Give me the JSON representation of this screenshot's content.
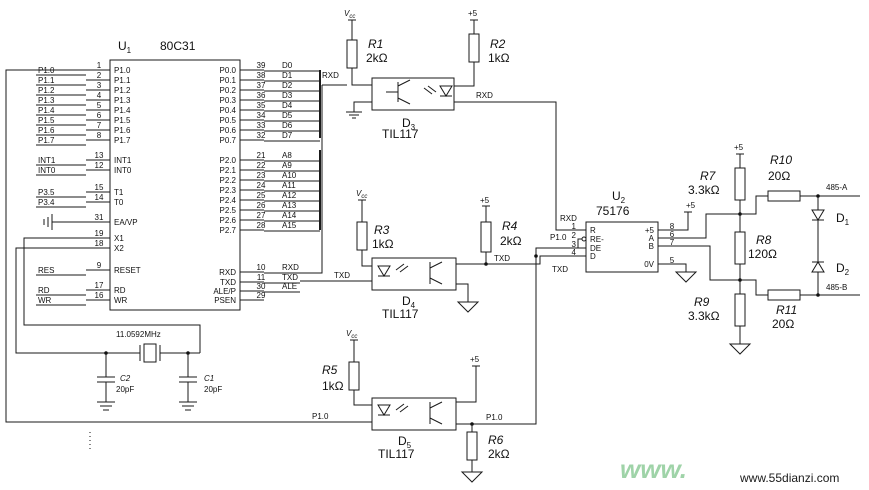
{
  "u1": {
    "ref": "U",
    "ref_sub": "1",
    "part": "80C31",
    "left_pins": [
      {
        "num": "1",
        "name": "P1.0",
        "net": "P1.0"
      },
      {
        "num": "2",
        "name": "P1.1",
        "net": "P1.1"
      },
      {
        "num": "3",
        "name": "P1.2",
        "net": "P1.2"
      },
      {
        "num": "4",
        "name": "P1.3",
        "net": "P1.3"
      },
      {
        "num": "5",
        "name": "P1.4",
        "net": "P1.4"
      },
      {
        "num": "6",
        "name": "P1.5",
        "net": "P1.5"
      },
      {
        "num": "7",
        "name": "P1.6",
        "net": "P1.6"
      },
      {
        "num": "8",
        "name": "P1.7",
        "net": "P1.7"
      },
      {
        "num": "13",
        "name": "INT1",
        "net": "INT1"
      },
      {
        "num": "12",
        "name": "INT0",
        "net": "INT0"
      },
      {
        "num": "15",
        "name": "T1",
        "net": "P3.5"
      },
      {
        "num": "14",
        "name": "T0",
        "net": "P3.4"
      },
      {
        "num": "31",
        "name": "EA/VP",
        "net": ""
      },
      {
        "num": "19",
        "name": "X1",
        "net": ""
      },
      {
        "num": "18",
        "name": "X2",
        "net": ""
      },
      {
        "num": "9",
        "name": "RESET",
        "net": "RES"
      },
      {
        "num": "17",
        "name": "RD",
        "net": "RD"
      },
      {
        "num": "16",
        "name": "WR",
        "net": "WR"
      }
    ],
    "right_pins": [
      {
        "num": "39",
        "name": "P0.0",
        "net": "D0"
      },
      {
        "num": "38",
        "name": "P0.1",
        "net": "D1"
      },
      {
        "num": "37",
        "name": "P0.2",
        "net": "D2"
      },
      {
        "num": "36",
        "name": "P0.3",
        "net": "D3"
      },
      {
        "num": "35",
        "name": "P0.4",
        "net": "D4"
      },
      {
        "num": "34",
        "name": "P0.5",
        "net": "D5"
      },
      {
        "num": "33",
        "name": "P0.6",
        "net": "D6"
      },
      {
        "num": "32",
        "name": "P0.7",
        "net": "D7"
      },
      {
        "num": "21",
        "name": "P2.0",
        "net": "A8"
      },
      {
        "num": "22",
        "name": "P2.1",
        "net": "A9"
      },
      {
        "num": "23",
        "name": "P2.2",
        "net": "A10"
      },
      {
        "num": "24",
        "name": "P2.3",
        "net": "A11"
      },
      {
        "num": "25",
        "name": "P2.4",
        "net": "A12"
      },
      {
        "num": "26",
        "name": "P2.5",
        "net": "A13"
      },
      {
        "num": "27",
        "name": "P2.6",
        "net": "A14"
      },
      {
        "num": "28",
        "name": "P2.7",
        "net": "A15"
      },
      {
        "num": "10",
        "name": "RXD",
        "net": "RXD"
      },
      {
        "num": "11",
        "name": "TXD",
        "net": "TXD"
      },
      {
        "num": "30",
        "name": "ALE/P",
        "net": "ALE"
      },
      {
        "num": "29",
        "name": "PSEN",
        "net": ""
      }
    ]
  },
  "u2": {
    "ref": "U",
    "ref_sub": "2",
    "part": "75176",
    "left_pins": [
      {
        "num": "1",
        "name": "R"
      },
      {
        "num": "2",
        "name": "RE-"
      },
      {
        "num": "3",
        "name": "DE"
      },
      {
        "num": "4",
        "name": "D"
      }
    ],
    "right_pins": [
      {
        "num": "8",
        "name": "+5"
      },
      {
        "num": "6",
        "name": "A"
      },
      {
        "num": "7",
        "name": "B"
      },
      {
        "num": "5",
        "name": "0V"
      }
    ]
  },
  "optos": [
    {
      "ref": "D",
      "sub": "3",
      "part": "TIL117"
    },
    {
      "ref": "D",
      "sub": "4",
      "part": "TIL117"
    },
    {
      "ref": "D",
      "sub": "5",
      "part": "TIL117"
    }
  ],
  "resistors": [
    {
      "ref": "R1",
      "value": "2kΩ"
    },
    {
      "ref": "R2",
      "value": "1kΩ"
    },
    {
      "ref": "R3",
      "value": "1kΩ"
    },
    {
      "ref": "R4",
      "value": "2kΩ"
    },
    {
      "ref": "R5",
      "value": "1kΩ"
    },
    {
      "ref": "R6",
      "value": "2kΩ"
    },
    {
      "ref": "R7",
      "value": "3.3kΩ"
    },
    {
      "ref": "R8",
      "value": "120Ω"
    },
    {
      "ref": "R9",
      "value": "3.3kΩ"
    },
    {
      "ref": "R10",
      "value": "20Ω"
    },
    {
      "ref": "R11",
      "value": "20Ω"
    }
  ],
  "caps": [
    {
      "ref": "C2",
      "value": "20pF"
    },
    {
      "ref": "C1",
      "value": "20pF"
    }
  ],
  "crystal": "11.0592MHz",
  "diodes": [
    {
      "ref": "D",
      "sub": "1"
    },
    {
      "ref": "D",
      "sub": "2"
    }
  ],
  "power": {
    "vcc": "V",
    "vcc_sub": "cc",
    "plus5": "+5"
  },
  "nets": {
    "rxd": "RXD",
    "txd": "TXD",
    "p10": "P1.0",
    "line_a": "485-A",
    "line_b": "485-B"
  },
  "watermark": {
    "big": "www.",
    "small": "www.55dianzi.com"
  }
}
